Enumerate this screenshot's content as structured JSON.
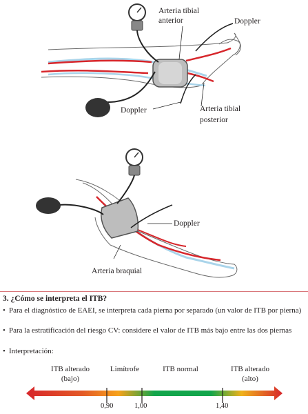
{
  "diagram_top": {
    "label_anterior_line1": "Arteria tibial",
    "label_anterior_line2": "anterior",
    "label_doppler_right": "Doppler",
    "label_doppler_left": "Doppler",
    "label_posterior_line1": "Arteria tibial",
    "label_posterior_line2": "posterior"
  },
  "diagram_bottom": {
    "label_doppler": "Doppler",
    "label_braquial": "Arteria braquial"
  },
  "section": {
    "title": "3. ¿Cómo se interpreta el ITB?",
    "bullets": [
      "Para el diagnóstico de EAEI, se interpreta cada pierna por separado (un valor de ITB por pierna)",
      "Para la estratificación del riesgo CV: considere el valor de ITB más bajo entre las dos piernas",
      "Interpretación:"
    ],
    "bullet_char": "•"
  },
  "scale": {
    "zones": [
      {
        "line1": "ITB alterado",
        "line2": "(bajo)"
      },
      {
        "line1": "Limítrofe",
        "line2": ""
      },
      {
        "line1": "ITB normal",
        "line2": ""
      },
      {
        "line1": "ITB alterado",
        "line2": "(alto)"
      }
    ],
    "ticks": [
      "0,90",
      "1,00",
      "1,40"
    ],
    "colors": {
      "red": "#d7262b",
      "orange": "#f7a21b",
      "green": "#12a54b"
    }
  }
}
